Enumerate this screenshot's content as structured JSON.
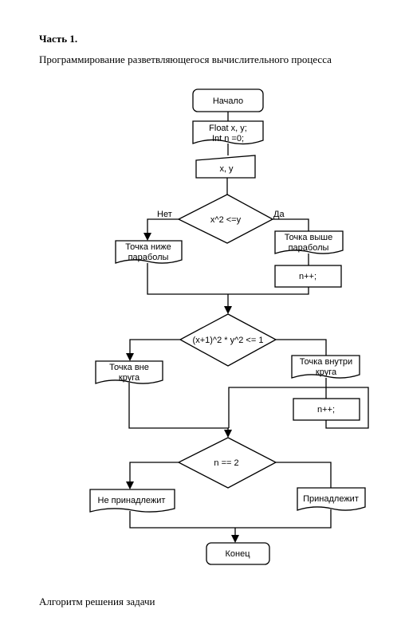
{
  "document": {
    "heading": "Часть 1.",
    "subheading": "Программирование разветвляющегося вычислительного процесса",
    "caption": "Алгоритм решения задачи"
  },
  "flowchart": {
    "start": "Начало",
    "declare_line1": "Float x, y;",
    "declare_line2": "Int n =0;",
    "input": "x, y",
    "cond1": "x^2 <=y",
    "cond1_no": "Нет",
    "cond1_yes": "Да",
    "below_line1": "Точка ниже",
    "below_line2": "параболы",
    "above_line1": "Точка выше",
    "above_line2": "параболы",
    "inc1": "n++;",
    "cond2": "(x+1)^2 * y^2 <= 1",
    "outside_line1": "Точка вне",
    "outside_line2": "круга",
    "inside_line1": "Точка внутри",
    "inside_line2": "круга",
    "inc2": "n++;",
    "cond3": "n == 2",
    "not_belongs": "Не принадлежит",
    "belongs": "Принадлежит",
    "end": "Конец"
  }
}
